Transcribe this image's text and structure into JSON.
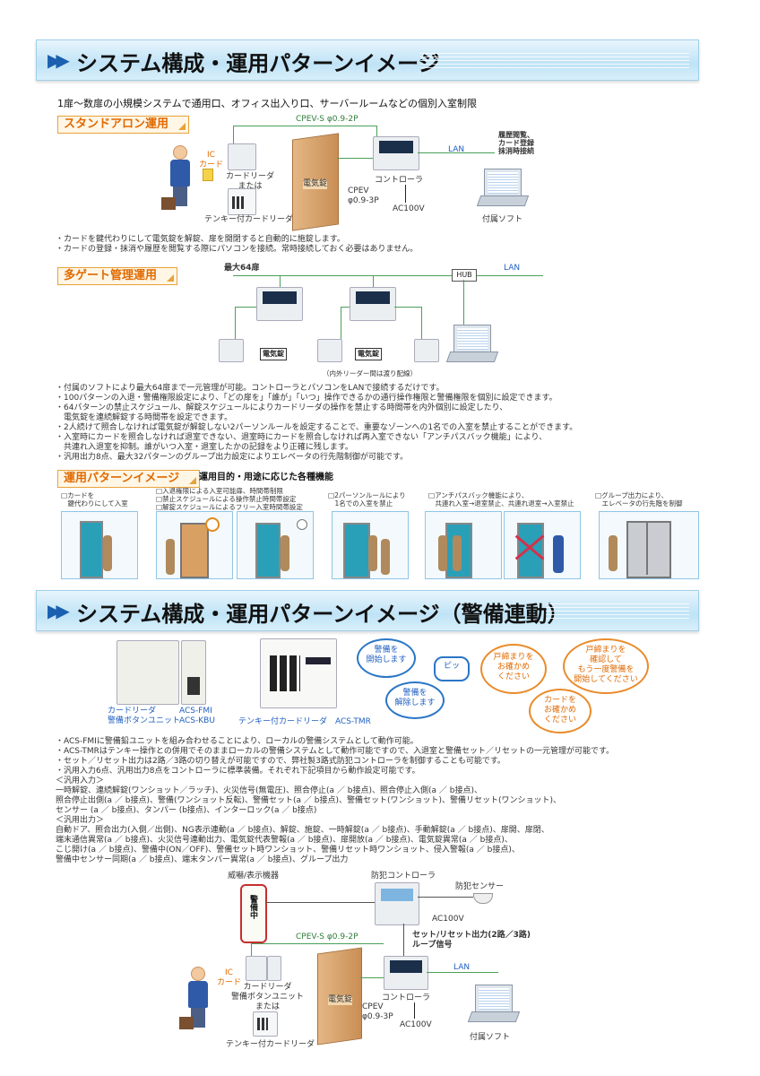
{
  "section1": {
    "title": "システム構成・運用パターンイメージ",
    "intro": "1扉～数扉の小規模システムで通用口、オフィス出入り口、サーバールームなどの個別入室制限",
    "standalone": {
      "tag": "スタンドアロン運用",
      "cable_top": "CPEV-S φ0.9-2P",
      "ic_card": "IC\nカード",
      "card_reader": "カードリーダ\nまたは",
      "keypad_reader": "テンキー付カードリーダ",
      "lock": "電気錠",
      "cpev": "CPEV\nφ0.9-3P",
      "controller": "コントローラ",
      "ac": "AC100V",
      "lan": "LAN",
      "pc_note": "履歴閲覧、\nカード登録\n抹消時接続",
      "software": "付属ソフト",
      "notes": [
        "・カードを鍵代わりにして電気錠を解錠、扉を開閉すると自動的に施錠します。",
        "・カードの登録・抹消や履歴を閲覧する際にパソコンを接続。常時接続しておく必要はありません。"
      ]
    },
    "multigate": {
      "tag": "多ゲート管理運用",
      "max": "最大64扉",
      "lan": "LAN",
      "hub": "HUB",
      "lock1": "電気錠",
      "lock2": "電気錠",
      "note": "（内外リーダー間は渡り配線）",
      "notes": [
        "・付属のソフトにより最大64扉まで一元管理が可能。コントローラとパソコンをLANで接続するだけです。",
        "・100パターンの入退・警備権限設定により、「どの扉を」「誰が」「いつ」操作できるかの通行操作権限と警備権限を個別に設定できます。",
        "・64パターンの禁止スケジュール、解錠スケジュールによりカードリーダの操作を禁止する時間帯を内外個別に設定したり、",
        "　電気錠を連続解錠する時間帯を設定できます。",
        "・2人続けて照合しなければ電気錠が解錠しない2パーソンルールを設定することで、重要なゾーンへの1名での入室を禁止することができます。",
        "・入室時にカードを照合しなければ退室できない、退室時にカードを照合しなければ再入室できない「アンチパスバック機能」により、",
        "　共連れ入退室を抑制。誰がいつ入室・退室したかの記録をより正確に残します。",
        "・汎用出力8点、最大32パターンのグループ出力設定によりエレベータの行先階制御が可能です。"
      ]
    },
    "patterns": {
      "tag": "運用パターンイメージ",
      "heading": "運用目的・用途に応じた各種機能",
      "items": [
        "□カードを\n　鍵代わりにして入室",
        "□入退権限による入室可能扉、時間帯制限\n□禁止スケジュールによる操作禁止時間帯設定\n□解錠スケジュールによるフリー入室時間帯設定",
        "□2パーソンルールにより\n　1名での入室を禁止",
        "□アンチパスバック機能により、\n　共連れ入室→退室禁止、共連れ退室→入室禁止",
        "□グループ出力により、\n　エレベータの行先階を制御"
      ]
    }
  },
  "section2": {
    "title": "システム構成・運用パターンイメージ（警備連動）",
    "reader_label": "カードリーダ\n警備ボタンユニット",
    "model1": "ACS-FMI\nACS-KBU",
    "keypad_label": "テンキー付カードリーダ　ACS-TMR",
    "bubbles": {
      "b1": "警備を\n開始します",
      "b2": "ピッ",
      "b3": "警備を\n解除します",
      "b4": "戸締まりを\nお確かめ\nください",
      "b5": "戸締まりを\n確認して\nもう一度警備を\n開始してください",
      "b6": "カードを\nお確かめ\nください"
    },
    "notes": [
      "・ACS-FMIに警備鉛ユニットを組み合わせることにより、ローカルの警備システムとして動作可能。",
      "・ACS-TMRはテンキー操作との併用でそのままローカルの警備システムとして動作可能ですので、入退室と警備セット／リセットの一元管理が可能です。",
      "・セット／リセット出力は2路／3路の切り替えが可能ですので、弊社製3路式防犯コントローラを制御することも可能です。",
      "・汎用入力6点、汎用出力8点をコントローラに標準装備。それぞれ下記項目から動作設定可能です。",
      "＜汎用入力＞",
      "一時解錠、連続解錠(ワンショット／ラッチ)、火災信号(無電圧)、照合停止(a ／ b接点)、照合停止入側(a ／ b接点)、",
      "照合停止出側(a ／ b接点)、警備(ワンショット反転)、警備セット(a ／ b接点)、警備セット(ワンショット)、警備リセット(ワンショット)、",
      "センサー (a ／ b接点)、タンパー (b接点)、インターロック(a ／ b接点)",
      "＜汎用出力＞",
      "自動ドア、照合出力(入側／出側)、NG表示連動(a ／ b接点)、解錠、施錠、一時解錠(a ／ b接点)、手動解錠(a ／ b接点)、扉開、扉閉、",
      "端末通信異常(a ／ b接点)、火災信号連動出力、電気錠代表警報(a ／ b接点)、扉開放(a ／ b接点)、電気錠異常(a ／ b接点)、",
      "こじ開け(a ／ b接点)、警備中(ON／OFF)、警備セット時ワンショット、警備リセット時ワンショット、侵入警報(a ／ b接点)、",
      "警備中センサー同期(a ／ b接点)、端末タンパー異常(a ／ b接点)、グループ出力"
    ],
    "diagram": {
      "warning_device": "威嚇/表示機器",
      "warn_text": "警備中",
      "security_controller": "防犯コントローラ",
      "sensor": "防犯センサー",
      "ac_top": "AC100V",
      "set_reset": "セット/リセット出力(2路／3路)\nループ信号",
      "cable_top": "CPEV-S φ0.9-2P",
      "ic_card": "IC\nカード",
      "reader": "カードリーダ\n警備ボタンユニット\nまたは",
      "keypad": "テンキー付カードリーダ",
      "lock": "電気錠",
      "controller": "コントローラ",
      "cpev": "CPEV\nφ0.9-3P",
      "ac": "AC100V",
      "lan": "LAN",
      "software": "付属ソフト"
    }
  }
}
